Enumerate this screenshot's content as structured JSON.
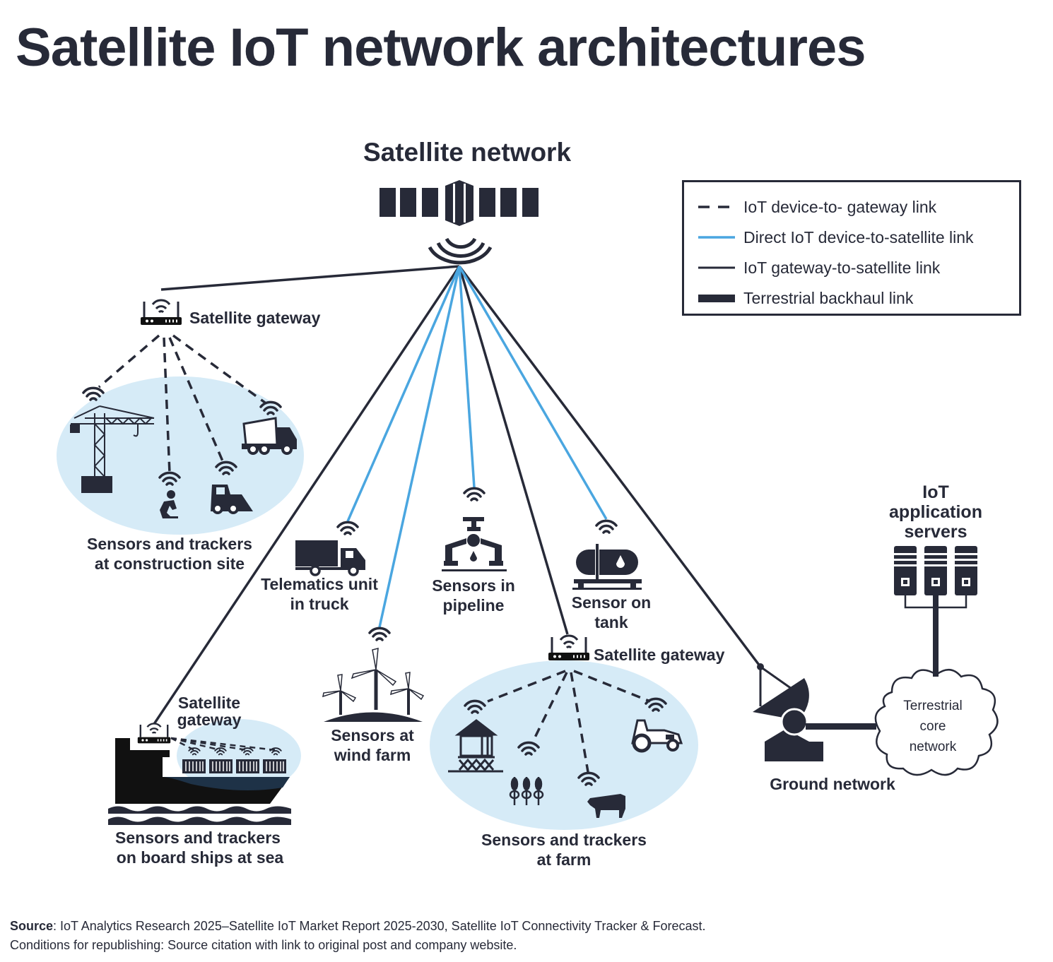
{
  "title": "Satellite IoT network architectures",
  "colors": {
    "ink": "#272a38",
    "direct_link": "#4aa6e0",
    "zone_fill": "#d6ebf7"
  },
  "satellite": {
    "label": "Satellite network",
    "icon": "satellite-icon"
  },
  "legend": {
    "items": [
      {
        "style": "dashed",
        "label": "IoT device-to- gateway link"
      },
      {
        "style": "blue-solid",
        "label": "Direct IoT device-to-satellite link"
      },
      {
        "style": "thin-solid",
        "label": "IoT gateway-to-satellite link"
      },
      {
        "style": "thick-solid",
        "label": "Terrestrial backhaul link"
      }
    ]
  },
  "nodes": {
    "construction_gateway": {
      "label": "Satellite gateway",
      "icon": "router-icon"
    },
    "construction_site": {
      "label_line1": "Sensors and trackers",
      "label_line2": "at construction site",
      "devices": [
        "crane-icon",
        "worker-icon",
        "skid-steer-icon",
        "cement-truck-icon"
      ]
    },
    "truck": {
      "label_line1": "Telematics unit",
      "label_line2": "in truck",
      "icon": "truck-icon"
    },
    "pipeline": {
      "label_line1": "Sensors in",
      "label_line2": "pipeline",
      "icon": "pipeline-icon"
    },
    "tank": {
      "label_line1": "Sensor on",
      "label_line2": "tank",
      "icon": "tank-car-icon"
    },
    "wind_farm": {
      "label_line1": "Sensors at",
      "label_line2": "wind farm",
      "icon": "wind-turbine-icon"
    },
    "ship_gateway": {
      "label_line1": "Satellite",
      "label_line2": "gateway",
      "icon": "router-icon"
    },
    "ship": {
      "label_line1": "Sensors and trackers",
      "label_line2": "on board ships at sea",
      "icon": "cargo-ship-icon",
      "containers": 4
    },
    "farm_gateway": {
      "label": "Satellite gateway",
      "icon": "router-icon"
    },
    "farm": {
      "label_line1": "Sensors and trackers",
      "label_line2": "at farm",
      "devices": [
        "water-tower-icon",
        "wheat-icon",
        "cow-icon",
        "tractor-icon"
      ]
    },
    "ground": {
      "label": "Ground network",
      "icon": "satellite-dish-icon"
    },
    "servers": {
      "label_line1": "IoT",
      "label_line2": "application",
      "label_line3": "servers",
      "icon": "server-rack-icon",
      "count": 3
    },
    "core": {
      "label_line1": "Terrestrial",
      "label_line2": "core",
      "label_line3": "network",
      "icon": "cloud-icon"
    }
  },
  "footer": {
    "source_label": "Source",
    "source_text": ": IoT Analytics Research 2025–Satellite IoT Market Report 2025-2030, Satellite IoT Connectivity Tracker & Forecast.",
    "conditions": "Conditions for republishing: Source citation with link to original post and company website."
  }
}
